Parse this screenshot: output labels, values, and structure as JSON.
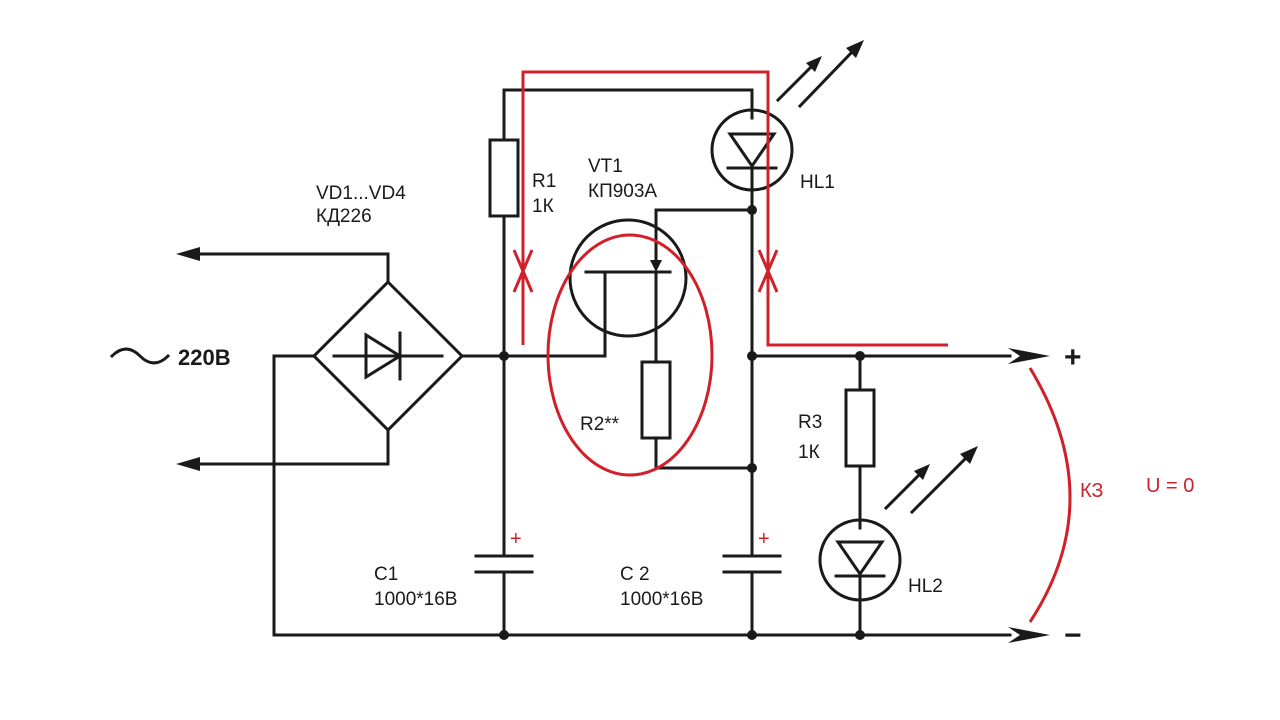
{
  "labels": {
    "vd": "VD1...VD4",
    "vd_type": "КД226",
    "ac": "220В",
    "r1": "R1",
    "r1_val": "1К",
    "vt": "VT1",
    "vt_type": "КП903А",
    "hl1": "HL1",
    "r2": "R2**",
    "r3": "R3",
    "r3_val": "1К",
    "hl2": "HL2",
    "c1": "С1",
    "c1_val": "1000*16В",
    "c2": "С 2",
    "c2_val": "1000*16В",
    "plus_out": "+",
    "minus_out": "−",
    "c1_plus": "+",
    "c2_plus": "+",
    "kz": "КЗ",
    "u": "U = 0"
  },
  "colors": {
    "wire": "#1a1a1a",
    "highlight": "#d0202a"
  }
}
